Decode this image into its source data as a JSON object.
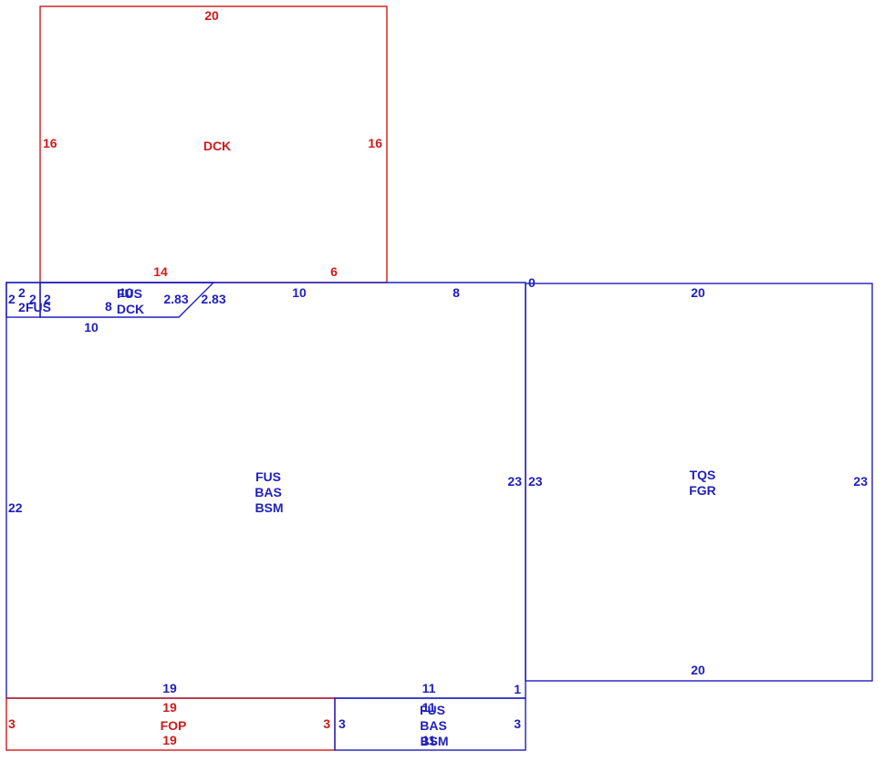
{
  "colors": {
    "blue": "#1f1fbf",
    "red": "#d11a1a"
  },
  "areas": {
    "deck": {
      "code": "DCK",
      "color": "red",
      "top": "20",
      "left": "16",
      "right": "16",
      "bottom_a": "14",
      "bottom_b": "6"
    },
    "main": {
      "codes": [
        "FUS",
        "BAS",
        "BSM"
      ],
      "left": "22",
      "right": "23",
      "top_a": "10",
      "top_b": "8",
      "bottom_a": "19",
      "bottom_b": "11",
      "corner": "1"
    },
    "garage": {
      "codes": [
        "TQS",
        "FGR"
      ],
      "top": "20",
      "bottom": "20",
      "left": "23",
      "right": "23",
      "corner": "0"
    },
    "small_fus": {
      "code": "FUS",
      "dims": [
        "2",
        "2",
        "2",
        "2",
        "2"
      ]
    },
    "deck_strip": {
      "codes": [
        "FUS",
        "DCK"
      ],
      "overlap": "10",
      "left": "8",
      "bottom": "10",
      "diag_a": "2.83",
      "diag_b": "2.83"
    },
    "porch": {
      "code": "FOP",
      "color": "red",
      "top": "19",
      "bottom": "19",
      "left": "3",
      "right": "3"
    },
    "bottom_unit": {
      "codes": [
        "FUS",
        "BAS",
        "BSM"
      ],
      "overlap": "11",
      "left": "3",
      "right": "3",
      "extra": "11"
    }
  }
}
